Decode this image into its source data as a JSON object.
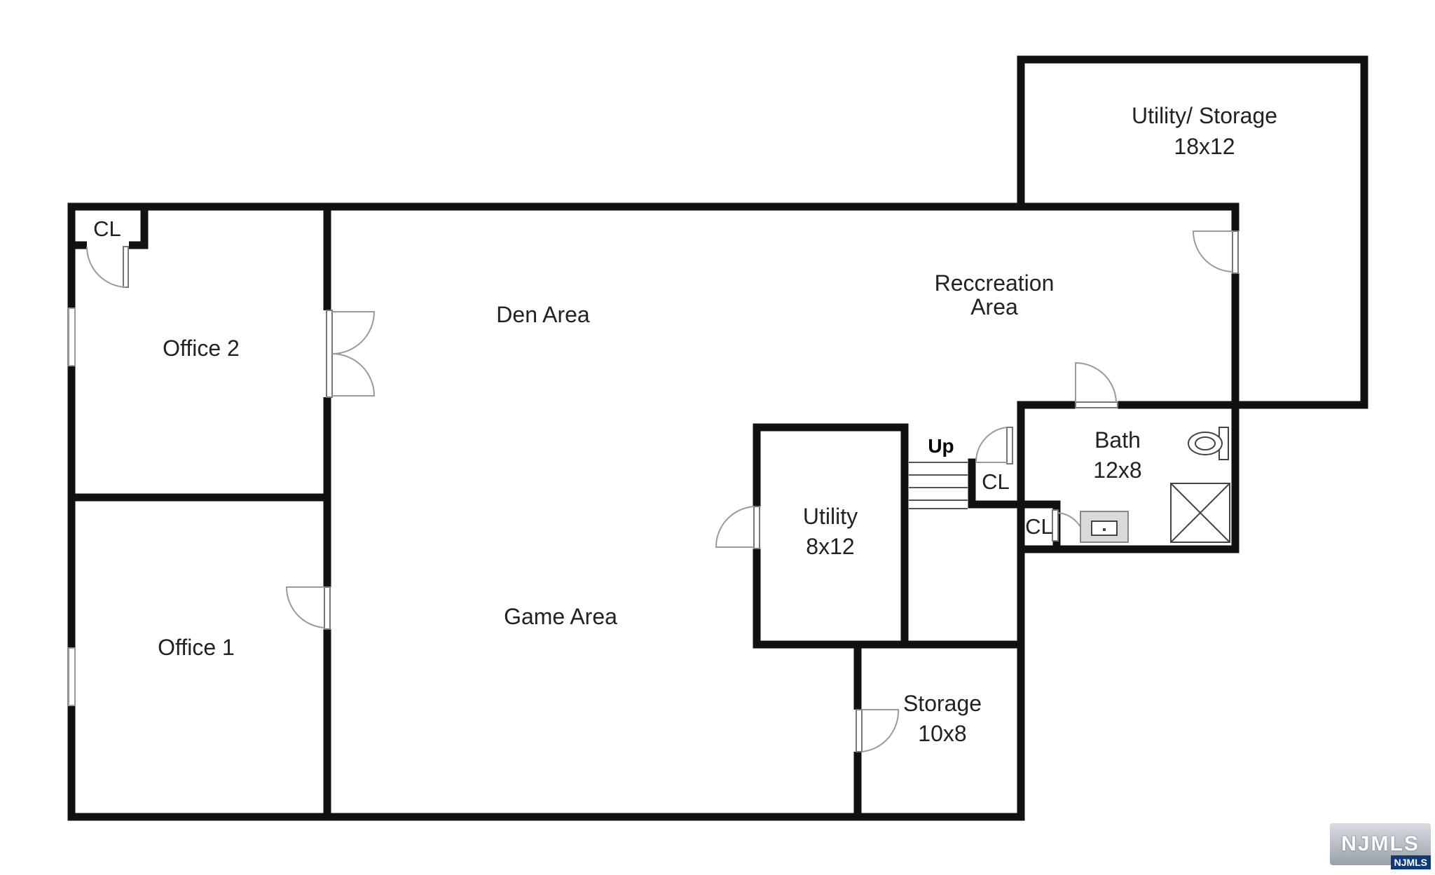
{
  "rooms": {
    "utility_storage": {
      "name": "Utility/ Storage",
      "size": "18x12"
    },
    "recreation": {
      "line1": "Reccreation",
      "line2": "Area"
    },
    "den": {
      "name": "Den Area"
    },
    "office_2": {
      "name": "Office 2"
    },
    "office_1": {
      "name": "Office 1"
    },
    "game": {
      "name": "Game Area"
    },
    "utility": {
      "name": "Utility",
      "size": "8x12"
    },
    "storage": {
      "name": "Storage",
      "size": "10x8"
    },
    "bath": {
      "name": "Bath",
      "size": "12x8"
    },
    "closet_office2": {
      "name": "CL"
    },
    "closet_stair": {
      "name": "CL"
    },
    "closet_bath": {
      "name": "CL"
    }
  },
  "stairs": {
    "label": "Up"
  },
  "watermark": {
    "brand": "NJMLS",
    "tag": "NJMLS"
  },
  "colors": {
    "wall": "#111111",
    "background": "#ffffff",
    "text": "#222222"
  }
}
